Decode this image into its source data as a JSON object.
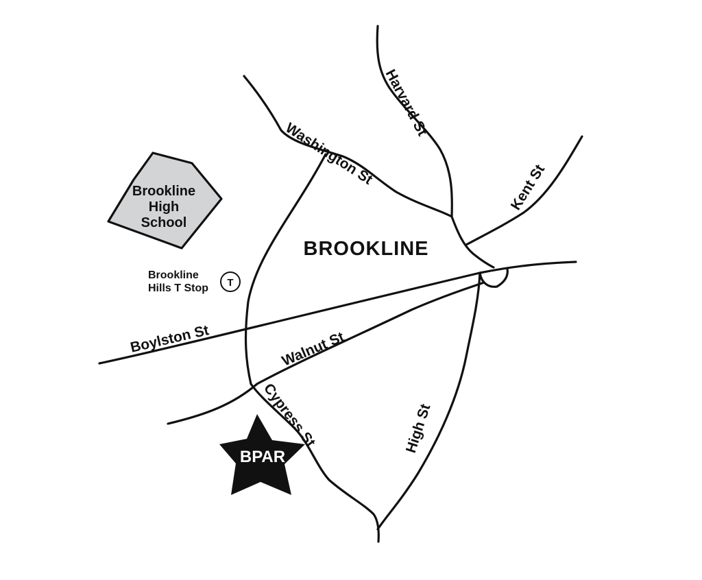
{
  "map": {
    "area_label": "BROOKLINE",
    "streets": {
      "harvard": "Harvard St",
      "washington": "Washington St",
      "kent": "Kent St",
      "boylston": "Boylston St",
      "walnut": "Walnut St",
      "cypress": "Cypress St",
      "high": "High St"
    },
    "school": {
      "line1": "Brookline",
      "line2": "High",
      "line3": "School",
      "fill_color": "#d3d4d6"
    },
    "t_stop": {
      "line1": "Brookline",
      "line2": "Hills T Stop",
      "symbol": "T"
    },
    "destination": {
      "label": "BPAR",
      "fill_color": "#111111"
    }
  }
}
